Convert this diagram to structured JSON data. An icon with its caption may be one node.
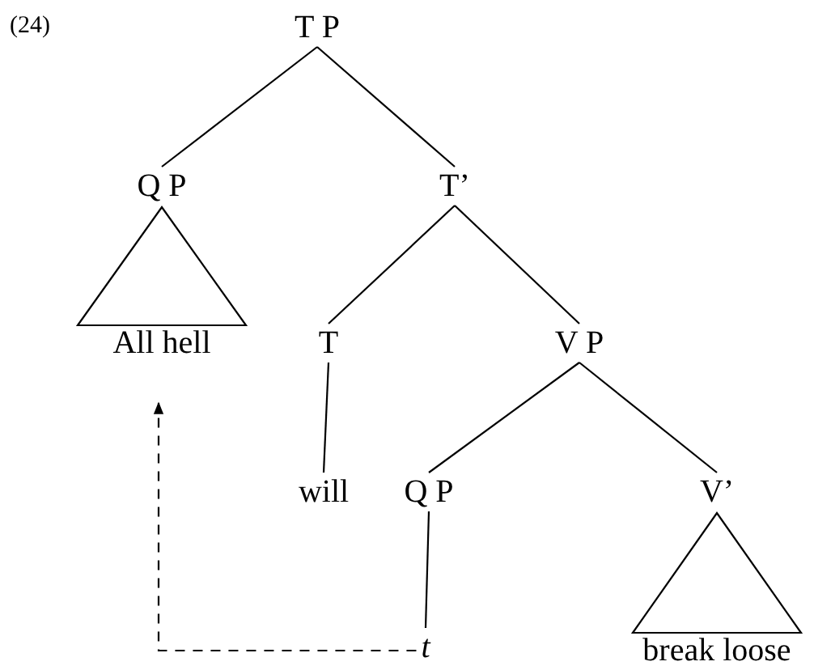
{
  "diagram": {
    "nodes": [
      {
        "text": [
          "T P"
        ]
      },
      {
        "text": [
          "Q P"
        ]
      },
      {
        "text": [
          "T’"
        ]
      },
      {
        "text": [
          "All hell"
        ]
      },
      {
        "text": [
          "T"
        ]
      },
      {
        "text": [
          "V P"
        ]
      },
      {
        "text": [
          "will"
        ]
      },
      {
        "text": [
          "Q P"
        ]
      },
      {
        "text": [
          "V’"
        ]
      },
      {
        "text": [
          "t"
        ]
      },
      {
        "text": [
          "break loose"
        ]
      }
    ],
    "edges": [
      {
        "from": 0,
        "to": 1,
        "arrow": "none"
      },
      {
        "from": 0,
        "to": 2,
        "arrow": "none"
      },
      {
        "from": 1,
        "to": 3,
        "arrow": "none"
      },
      {
        "from": 2,
        "to": 4,
        "arrow": "none"
      },
      {
        "from": 2,
        "to": 5,
        "arrow": "none"
      },
      {
        "from": 4,
        "to": 6,
        "arrow": "none"
      },
      {
        "from": 5,
        "to": 7,
        "arrow": "none"
      },
      {
        "from": 5,
        "to": 8,
        "arrow": "none"
      },
      {
        "from": 7,
        "to": 9,
        "arrow": "none"
      },
      {
        "from": 8,
        "to": 10,
        "arrow": "none"
      },
      {
        "from": 9,
        "to": 3,
        "arrow": "to",
        "style": "dashed"
      }
    ],
    "labels": [
      "(24)"
    ]
  }
}
